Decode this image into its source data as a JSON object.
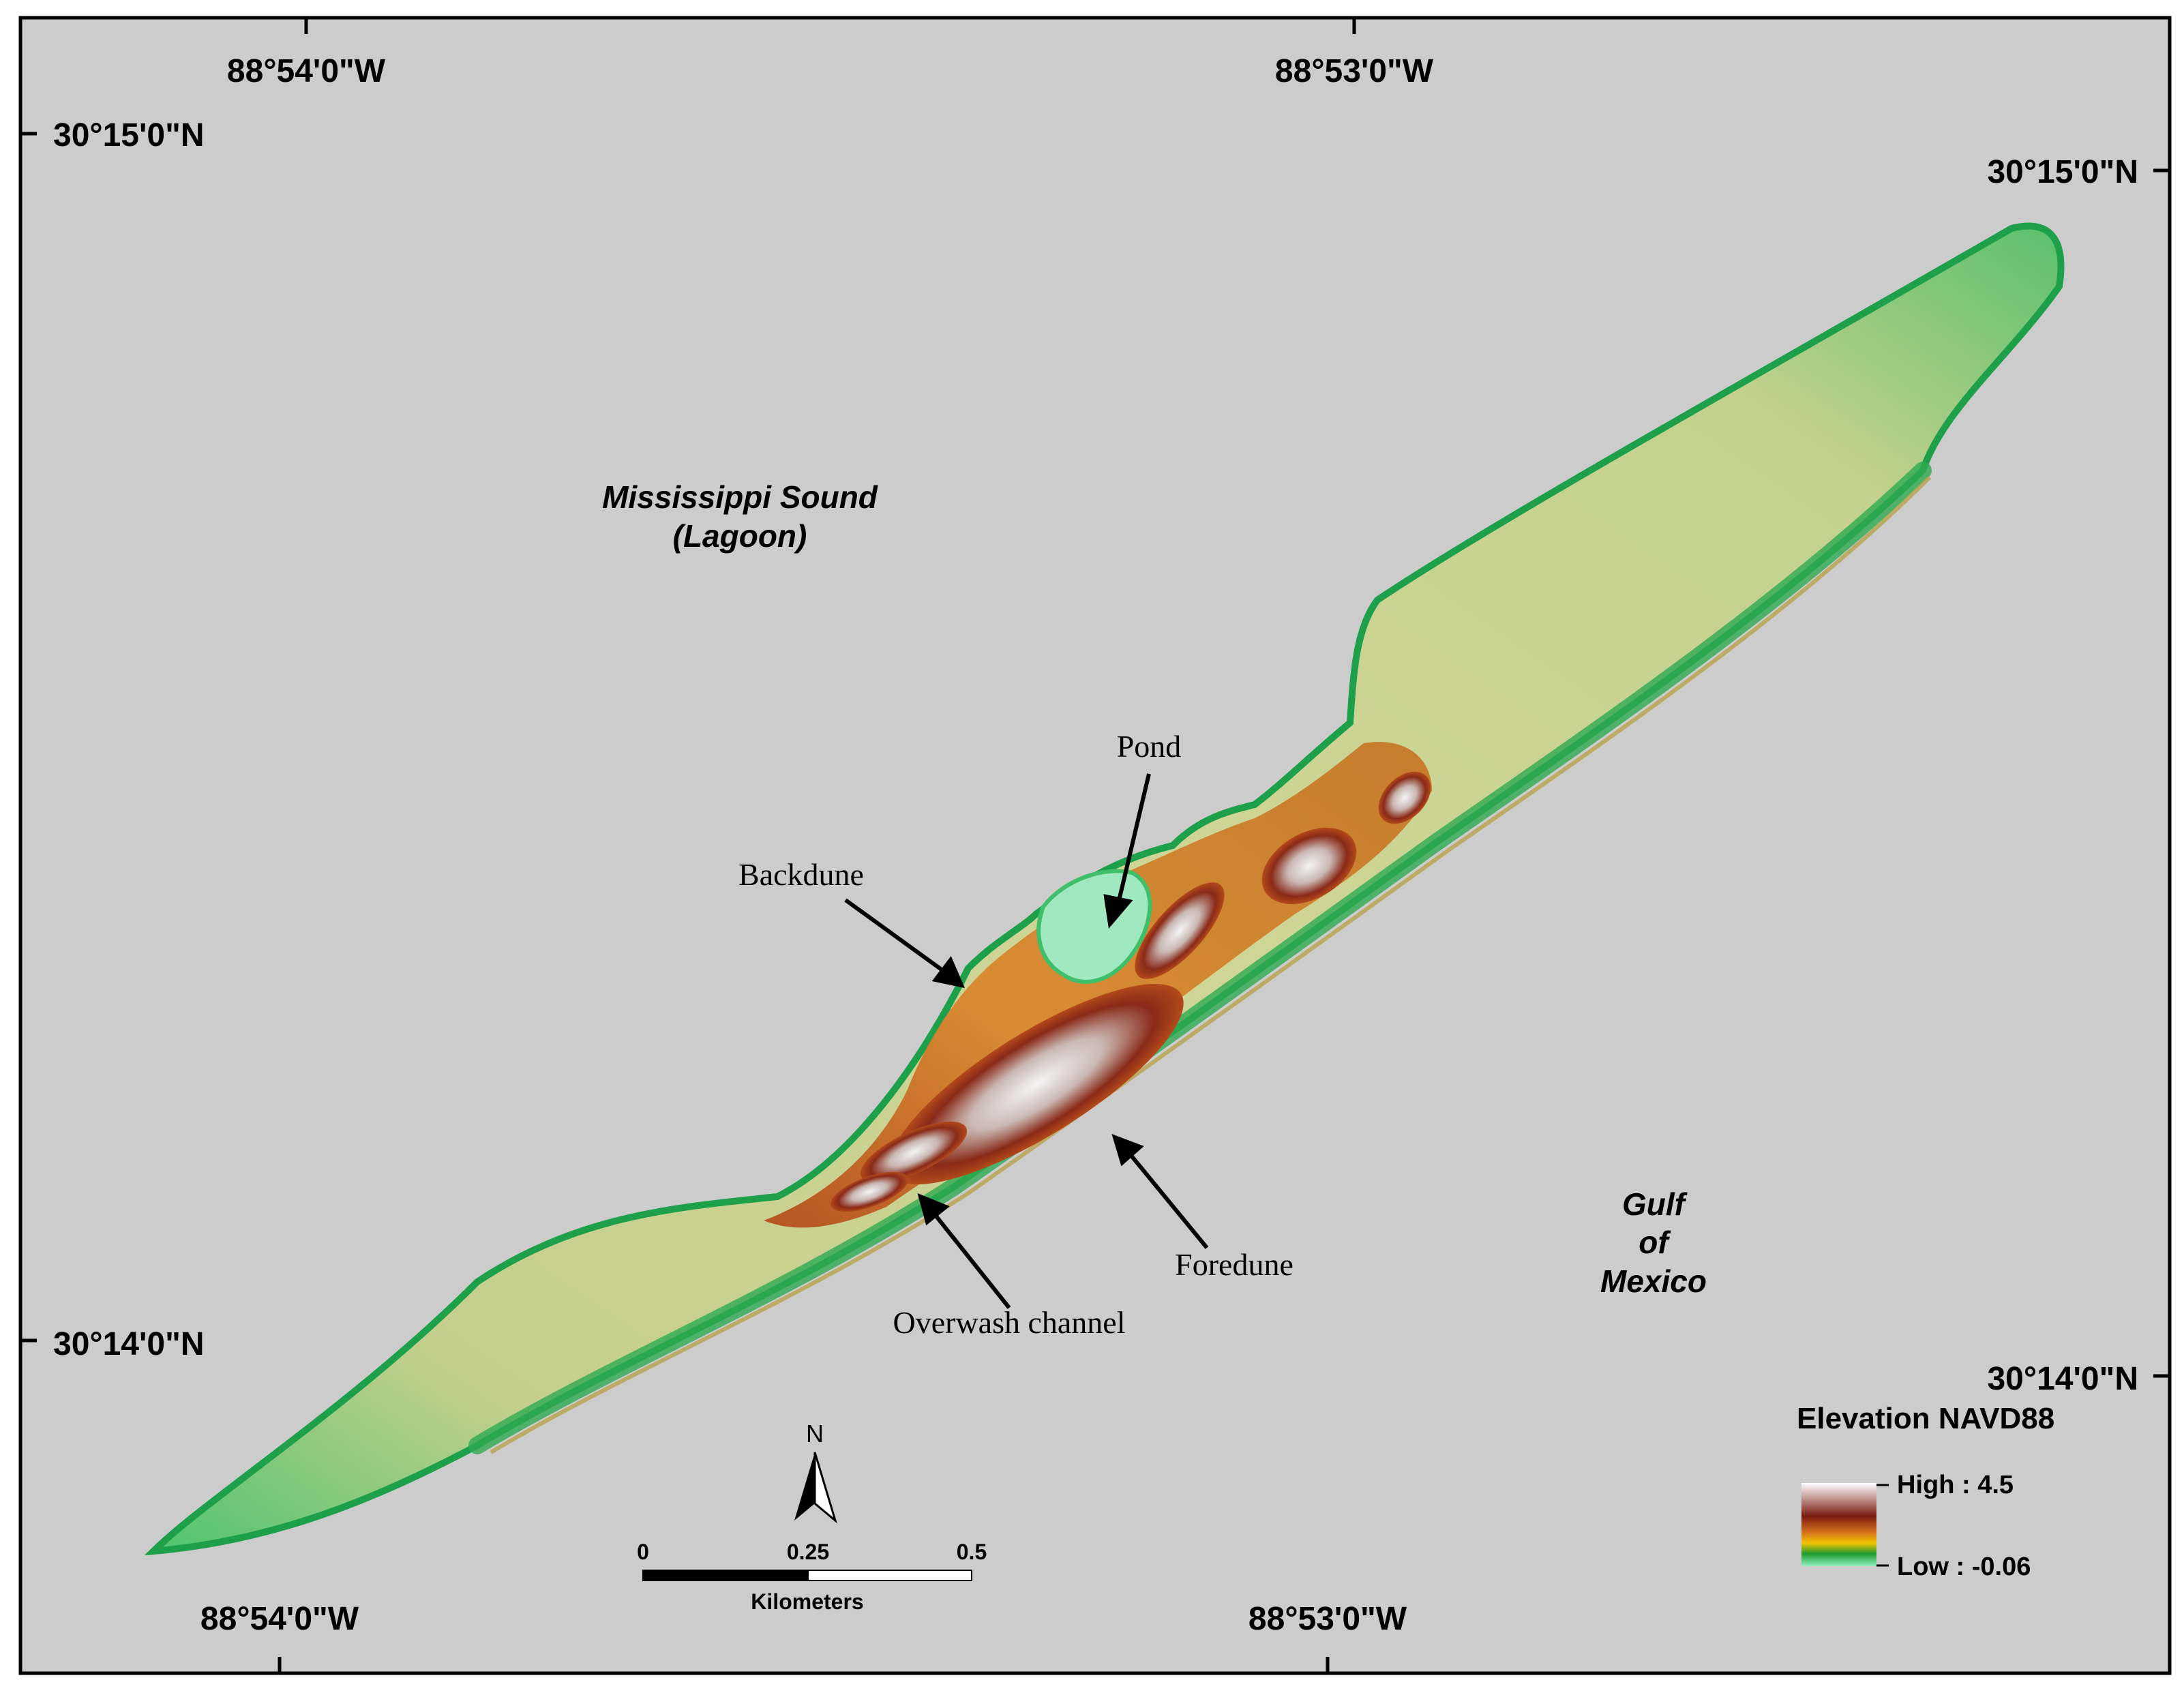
{
  "coordinates": {
    "top_left": "88°54'0\"W",
    "top_right": "88°53'0\"W",
    "bottom_left": "88°54'0\"W",
    "bottom_right": "88°53'0\"W",
    "left_top": "30°15'0\"N",
    "left_bottom": "30°14'0\"N",
    "right_top": "30°15'0\"N",
    "right_bottom": "30°14'0\"N"
  },
  "regions": {
    "sound_line1": "Mississippi Sound",
    "sound_line2": "(Lagoon)",
    "gulf_line1": "Gulf",
    "gulf_line2": "of",
    "gulf_line3": "Mexico"
  },
  "features": {
    "pond": "Pond",
    "backdune": "Backdune",
    "foredune": "Foredune",
    "overwash": "Overwash channel"
  },
  "legend": {
    "title": "Elevation NAVD88",
    "high": "High : 4.5",
    "low": "Low : -0.06",
    "colors": [
      "#ffffff",
      "#8a1c10",
      "#d8741a",
      "#f2c400",
      "#1f9a2e",
      "#8ff0c0"
    ]
  },
  "scale_bar": {
    "tick_0": "0",
    "tick_mid": "0.25",
    "tick_end": "0.5",
    "unit": "Kilometers"
  },
  "north_arrow": {
    "label": "N"
  },
  "colors": {
    "water": "#cccccc",
    "frame": "#000000"
  }
}
